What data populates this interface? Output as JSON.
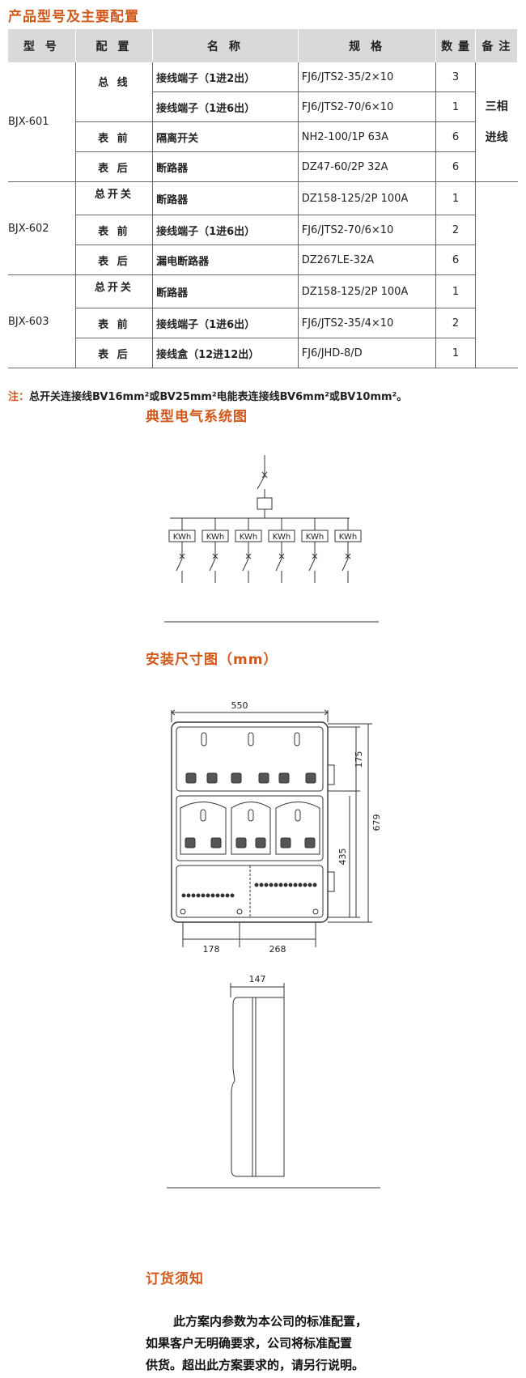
{
  "sections": {
    "config_title": "产品型号及主要配置",
    "system_title": "典型电气系统图",
    "install_title": "安装尺寸图（mm）",
    "order_title": "订货须知"
  },
  "table": {
    "headers": [
      "型 号",
      "配 置",
      "名 称",
      "规 格",
      "数 量",
      "备 注"
    ],
    "groups": [
      {
        "model": "BJX-601",
        "remark": "三相\n进线",
        "rows": [
          {
            "config": "总 线",
            "name": "接线端子（1进2出）",
            "spec": "FJ6/JTS2-35/2×10",
            "qty": "3"
          },
          {
            "config": "",
            "name": "接线端子（1进6出）",
            "spec": "FJ6/JTS2-70/6×10",
            "qty": "1"
          },
          {
            "config": "表 前",
            "name": "隔离开关",
            "spec": "NH2-100/1P 63A",
            "qty": "6"
          },
          {
            "config": "表 后",
            "name": "断路器",
            "spec": "DZ47-60/2P 32A",
            "qty": "6"
          }
        ]
      },
      {
        "model": "BJX-602",
        "rows": [
          {
            "config": "总开关",
            "name": "断路器",
            "spec": "DZ158-125/2P 100A",
            "qty": "1"
          },
          {
            "config": "表 前",
            "name": "接线端子（1进6出）",
            "spec": "FJ6/JTS2-70/6×10",
            "qty": "2"
          },
          {
            "config": "表 后",
            "name": "漏电断路器",
            "spec": "DZ267LE-32A",
            "qty": "6"
          }
        ]
      },
      {
        "model": "BJX-603",
        "rows": [
          {
            "config": "总开关",
            "name": "断路器",
            "spec": "DZ158-125/2P 100A",
            "qty": "1"
          },
          {
            "config": "表 前",
            "name": "接线端子（1进6出）",
            "spec": "FJ6/JTS2-35/4×10",
            "qty": "2"
          },
          {
            "config": "表 后",
            "name": "接线盒（12进12出）",
            "spec": "FJ6/JHD-8/D",
            "qty": "1"
          }
        ]
      }
    ]
  },
  "note": {
    "label": "注：",
    "text": "总开关连接线BV16mm²或BV25mm²电能表连接线BV6mm²或BV10mm²。"
  },
  "diagram": {
    "meter_label": "KWh",
    "meter_count": 6
  },
  "dimensions": {
    "width": "550",
    "height": "679",
    "top": "175",
    "middle": "435",
    "bottom_left": "178",
    "bottom_right": "268",
    "depth": "147"
  },
  "order": {
    "line1": "此方案内参数为本公司的标准配置，",
    "line2": "如果客户无明确要求，公司将标准配置",
    "line3": "供货。超出此方案要求的，请另行说明。"
  }
}
